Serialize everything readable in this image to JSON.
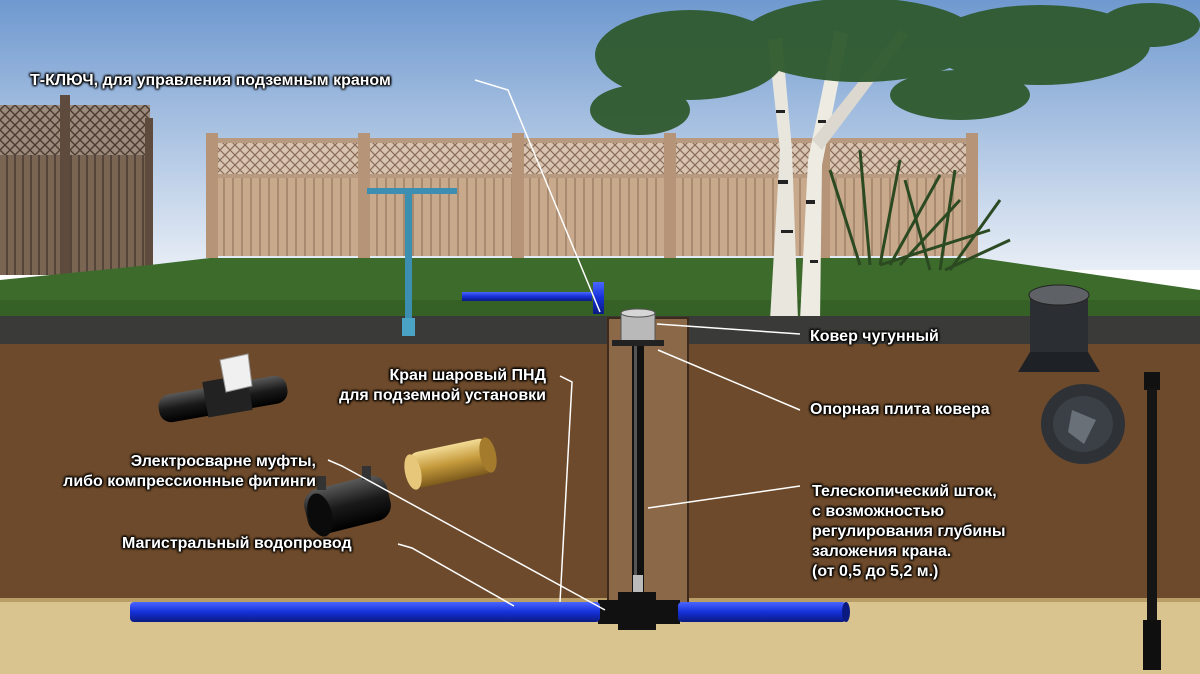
{
  "labels": {
    "t_key": "Т-КЛЮЧ, для управления подземным краном",
    "cover": "Ковер чугунный",
    "valve_line1": "Кран шаровый ПНД",
    "valve_line2": "для подземной установки",
    "plate": "Опорная плита ковера",
    "fittings_line1": "Электросварне муфты,",
    "fittings_line2": "либо компрессионные фитинги",
    "stem_line1": "Телескопический шток,",
    "stem_line2": "с возможностью",
    "stem_line3": "регулирования глубины",
    "stem_line4": "заложения крана.",
    "stem_line5": "(от 0,5 до 5,2 м.)",
    "main_pipe": "Магистральный водопровод"
  },
  "colors": {
    "sky": "#8fb3dc",
    "lawn": "#3c6b2c",
    "asphalt": "#3a3a38",
    "soil": "#6d4a2b",
    "sand": "#d9c48f",
    "pipe": "#1530d8",
    "fence": "#c9a98c",
    "tkey": "#3c8fb0",
    "label_text": "#ffffff"
  }
}
